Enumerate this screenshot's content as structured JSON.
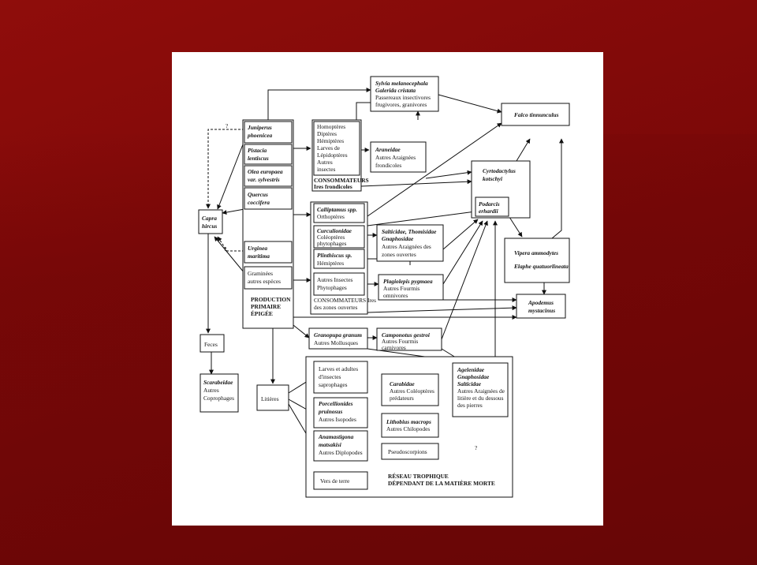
{
  "colors": {
    "background": "#7a0808",
    "sheet": "#ffffff",
    "ink": "#111111"
  },
  "top_birds": {
    "line1": "Sylvia melanocephala",
    "line2": "Galerida cristata",
    "line3": "Passereaux insectivores",
    "line4": "frugivores, granivores"
  },
  "falco": "Falco tinnunculus",
  "plants": {
    "juniperus1": "Juniperus",
    "juniperus2": "phoenicea",
    "pistacia1": "Pistacia",
    "pistacia2": "lentiscus",
    "olea1": "Olea europaea",
    "olea2": "var. sylvestris",
    "quercus1": "Quercus",
    "quercus2": "coccifera",
    "urginea1": "Urginea",
    "urginea2": "maritima",
    "gram1": "Graminées",
    "gram2": "autres espèces"
  },
  "production": {
    "line1": "PRODUCTION",
    "line2": "PRIMAIRE",
    "line3": "ÉPIGÉE"
  },
  "capra": {
    "line1": "Capra",
    "line2": "hircus"
  },
  "question": "?",
  "homopteres": {
    "line1": "Homoptères",
    "line2": "Diptères",
    "line3": "Hémiptères",
    "line4": "Larves de",
    "line5": "Lépidoptères",
    "line6": "Autres",
    "line7": "insectes"
  },
  "consommateurs_frondicoles": {
    "line1": "CONSOMMATEURS",
    "line2": "Ires frondicoles"
  },
  "araneidae": {
    "line1": "Araneidae",
    "line2": "Autres Araignées",
    "line3": "frondicoles"
  },
  "cyrtodactylus": {
    "line1": "Cyrtodactylus",
    "line2": "kotschyi"
  },
  "podarcis": {
    "line1": "Podarcis",
    "line2": "erhardii"
  },
  "calliptamus": {
    "line1": "Calliptamus spp.",
    "line2": "Orthoptères"
  },
  "curculionidae": {
    "line1": "Curculionidae",
    "line2": "Coléoptères",
    "line3": "phytophages"
  },
  "plinthiscus": {
    "line1": "Plinthiscus sp.",
    "line2": "Hémiptères"
  },
  "autres_insectes": {
    "line1": "Autres Insectes",
    "line2": "Phytophages"
  },
  "consommateurs_ouverts": {
    "line1": "CONSOMMATEURS Ires",
    "line2": "des zones ouvertes"
  },
  "salticidae": {
    "line1": "Salticidae, Thomisidae",
    "line2": "Gnaphosidae",
    "line3": "Autres Araignées des",
    "line4": "zones ouvertes"
  },
  "vipera": {
    "line1": "Vipera ammodytes",
    "line2": "Elaphe quatuorlineata"
  },
  "plagiolepis": {
    "line1": "Plagiolepis pygmaea",
    "line2": "Autres Fourmis",
    "line3": "omnivores"
  },
  "apodemus": {
    "line1": "Apodemus",
    "line2": "mystacinus"
  },
  "granopupa": {
    "line1": "Granopupa granum",
    "line2": "Autres Mollusques"
  },
  "camponotus": {
    "line1": "Camponotus gestroi",
    "line2": "Autres Fourmis",
    "line3": "carnivores"
  },
  "feces": "Feces",
  "scarabeidae": {
    "line1": "Scarabeidae",
    "line2": "Autres",
    "line3": "Coprophages"
  },
  "litieres": "Litières",
  "larves": {
    "line1": "Larves et adultes",
    "line2": "d'insectes",
    "line3": "saprophages"
  },
  "porcellionides": {
    "line1": "Porcellionides",
    "line2": "pruinosus",
    "line3": "Autres Isopodes"
  },
  "anamastigona": {
    "line1": "Anamastigona",
    "line2": "matsakisi",
    "line3": "Autres Diplopodes"
  },
  "carabidae": {
    "line1": "Carabidae",
    "line2": "Autres Coléoptères",
    "line3": "prédateurs"
  },
  "lithobius": {
    "line1": "Lithobius macrops",
    "line2": "Autres Chilopodes"
  },
  "pseudoscorpions": "Pseudoscorpions",
  "agelenidae": {
    "line1": "Agelenidae",
    "line2": "Gnaphosidae",
    "line3": "Salticidae",
    "line4": "Autres Araignées de",
    "line5": "litière et du dessous",
    "line6": "des pierres"
  },
  "vers": "Vers de terre",
  "reseau": {
    "line1": "RÉSEAU TROPHIQUE",
    "line2": "DÉPENDANT DE LA MATIÈRE MORTE"
  }
}
